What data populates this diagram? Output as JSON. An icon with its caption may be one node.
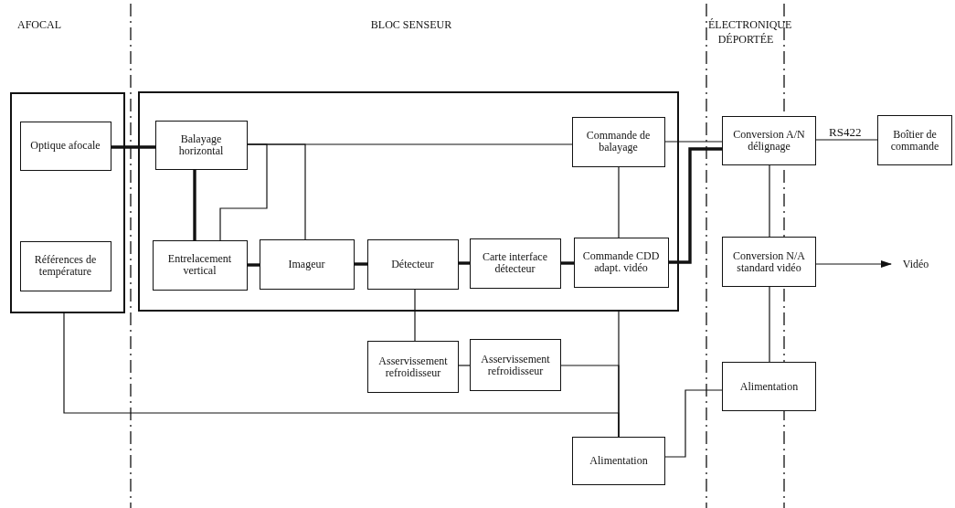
{
  "diagram": {
    "nodes": [
      {
        "text": [],
        "shape": "box"
      },
      {
        "text": [
          "Optique afocale"
        ],
        "in": 0
      },
      {
        "text": [
          "Références de température"
        ],
        "in": 0
      },
      {
        "text": [],
        "shape": "box"
      },
      {
        "text": [
          "Balayage horizontal"
        ],
        "in": 3
      },
      {
        "text": [
          "Commande de balayage"
        ],
        "in": 3
      },
      {
        "text": [
          "Entrelacement vertical"
        ],
        "in": 3
      },
      {
        "text": [
          "Imageur"
        ],
        "in": 3
      },
      {
        "text": [
          "Détecteur"
        ],
        "in": 3
      },
      {
        "text": [
          "Carte interface détecteur"
        ],
        "in": 3
      },
      {
        "text": [
          "Commande CDD adapt. vidéo"
        ],
        "in": 3
      },
      {
        "text": [
          "Asservissement refroidisseur"
        ]
      },
      {
        "text": [
          "Asservissement refroidisseur"
        ]
      },
      {
        "text": [
          "Alimentation"
        ]
      },
      {
        "text": [
          "Conversion A/N délignage"
        ]
      },
      {
        "text": [
          "Conversion N/A standard vidéo"
        ]
      },
      {
        "text": [
          "Alimentation"
        ]
      },
      {
        "text": [
          "Boîtier de commande"
        ]
      },
      {
        "text": [
          "Vidéo"
        ]
      }
    ],
    "edges": [
      {
        "from": 1,
        "to": 4,
        "arrow": "none",
        "style": "thick"
      },
      {
        "from": 4,
        "to": 6,
        "arrow": "none",
        "style": "thick"
      },
      {
        "from": 4,
        "to": 5,
        "arrow": "none"
      },
      {
        "from": 4,
        "to": 6,
        "arrow": "none"
      },
      {
        "from": 4,
        "to": 7,
        "arrow": "none"
      },
      {
        "from": 6,
        "to": 7,
        "arrow": "none",
        "style": "thick"
      },
      {
        "from": 7,
        "to": 8,
        "arrow": "none",
        "style": "thick"
      },
      {
        "from": 8,
        "to": 9,
        "arrow": "none",
        "style": "thick"
      },
      {
        "from": 9,
        "to": 10,
        "arrow": "none",
        "style": "thick"
      },
      {
        "from": 5,
        "to": 10,
        "arrow": "none"
      },
      {
        "from": 5,
        "to": 14,
        "arrow": "none"
      },
      {
        "from": 10,
        "to": 14,
        "arrow": "none",
        "style": "thick"
      },
      {
        "from": 8,
        "to": 11,
        "arrow": "none"
      },
      {
        "from": 11,
        "to": 12,
        "arrow": "none"
      },
      {
        "from": 12,
        "to": 13,
        "arrow": "none"
      },
      {
        "from": 3,
        "to": 13,
        "arrow": "none"
      },
      {
        "from": 0,
        "to": 13,
        "arrow": "none"
      },
      {
        "from": 13,
        "to": 16,
        "arrow": "none"
      },
      {
        "from": 14,
        "to": 15,
        "arrow": "none"
      },
      {
        "from": 15,
        "to": 16,
        "arrow": "none"
      },
      {
        "from": 14,
        "to": 17,
        "arrow": "none",
        "label": "RS422"
      },
      {
        "from": 15,
        "to": 18,
        "arrow": "to"
      }
    ],
    "labels": [
      "AFOCAL",
      "BLOC SENSEUR",
      "ÉLECTRONIQUE DÉPORTÉE"
    ]
  }
}
